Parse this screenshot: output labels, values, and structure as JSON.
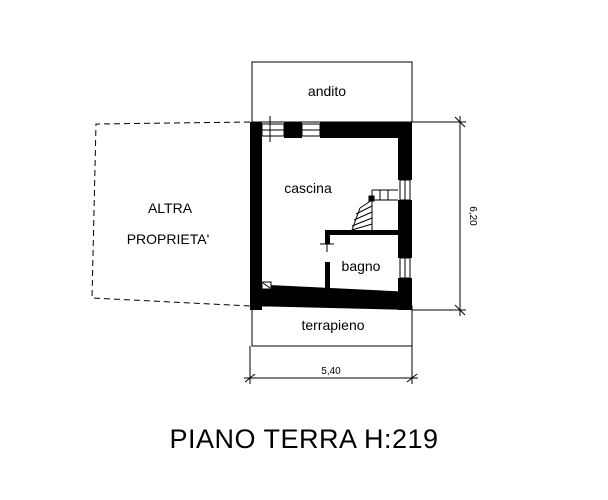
{
  "rooms": {
    "andito": "andito",
    "cascina": "cascina",
    "bagno": "bagno",
    "terrapieno": "terrapieno"
  },
  "neighbor": {
    "line1": "ALTRA",
    "line2": "PROPRIETA'"
  },
  "dimensions": {
    "width": "5,40",
    "depth": "6,20"
  },
  "title": "PIANO TERRA H:219"
}
